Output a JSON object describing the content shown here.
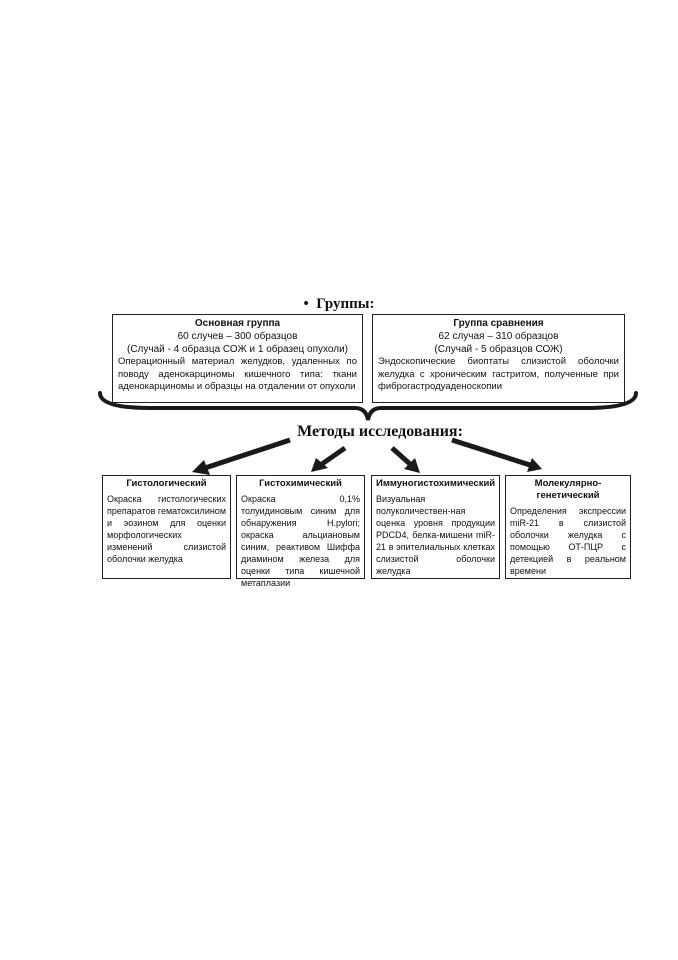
{
  "groups": {
    "title": "Группы:",
    "main": {
      "title": "Основная группа",
      "count": "60 случев – 300 образцов",
      "per_case": "(Случай -  4 образца СОЖ и 1 образец опухоли)",
      "description": "Операционный материал желудков, удаленных по поводу аденокарциномы кишечного типа: ткани аденокарциномы и образцы на отдалении от опухоли"
    },
    "comparison": {
      "title": "Группа сравнения",
      "count": "62 случая – 310 образцов",
      "per_case": "(Случай - 5 образцов СОЖ)",
      "description": "Эндоскопические биоптаты слизистой оболочки желудка с хроническим гастритом, полученные при фиброгастродуаденоскопии"
    }
  },
  "methods": {
    "title": "Методы исследования:",
    "items": [
      {
        "title": "Гистологический",
        "description": "Окраска гистологических препаратов гематоксилином и эозином для оценки морфологических изменений слизистой оболочки желудка"
      },
      {
        "title": "Гистохимический",
        "description": "Окраска 0,1% толуидиновым синим для обнаружения H.pylori; окраска альциановым синим, реактивом Шиффа диамином железа для оценки типа кишечной метаплазии"
      },
      {
        "title": "Иммуногистохимический",
        "description": "Визуальная полуколичествен-ная оценка уровня продукции PDCD4, белка-мишени miR-21 в эпителиальных клетках слизистой оболочки желудка"
      },
      {
        "title": "Молекулярно-генетический",
        "description": "Определения экспрессии miR-21 в слизистой оболочки желудка с помощью ОТ-ПЦР с детекцией в реальном времени"
      }
    ]
  }
}
